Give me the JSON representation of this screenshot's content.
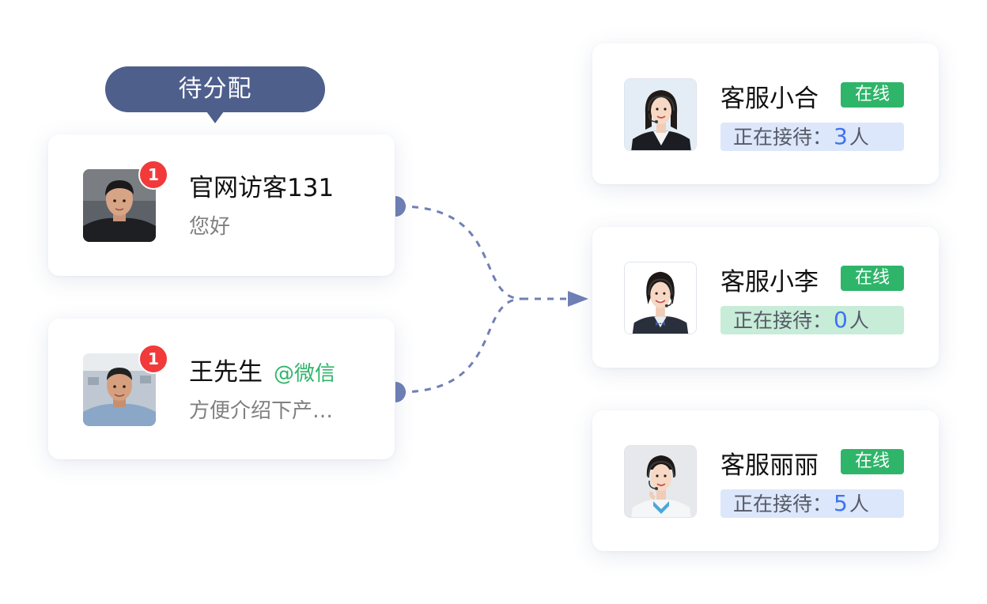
{
  "pending_label": "待分配",
  "visitors": [
    {
      "name": "官网访客131",
      "source": "",
      "message": "您好",
      "unread": "1",
      "avatar_icon": "man-portrait-dark-jacket"
    },
    {
      "name": "王先生",
      "source": "@微信",
      "message": "方便介绍下产…",
      "unread": "1",
      "avatar_icon": "man-portrait-office"
    }
  ],
  "agents": [
    {
      "name": "客服小合",
      "status": "在线",
      "load_label": "正在接待：",
      "load_count": "3",
      "load_unit": "人",
      "avatar_icon": "woman-headset-portrait"
    },
    {
      "name": "客服小李",
      "status": "在线",
      "load_label": "正在接待：",
      "load_count": "0",
      "load_unit": "人",
      "avatar_icon": "woman-headset-portrait"
    },
    {
      "name": "客服丽丽",
      "status": "在线",
      "load_label": "正在接待：",
      "load_count": "5",
      "load_unit": "人",
      "avatar_icon": "woman-headset-portrait"
    }
  ],
  "colors": {
    "online": "#2fb56a",
    "connector": "#6f80b5",
    "count": "#3d73f0",
    "badge": "#f23a3a",
    "bubble": "#4e5f8c"
  }
}
